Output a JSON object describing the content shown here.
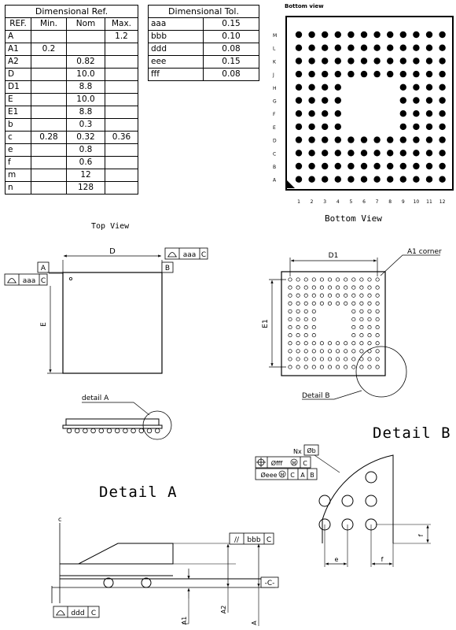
{
  "dim_ref": {
    "title": "Dimensional Ref.",
    "headers": [
      "REF.",
      "Min.",
      "Nom",
      "Max."
    ],
    "rows": [
      [
        "A",
        "",
        "",
        "1.2"
      ],
      [
        "A1",
        "0.2",
        "",
        ""
      ],
      [
        "A2",
        "",
        "0.82",
        ""
      ],
      [
        "D",
        "",
        "10.0",
        ""
      ],
      [
        "D1",
        "",
        "8.8",
        ""
      ],
      [
        "E",
        "",
        "10.0",
        ""
      ],
      [
        "E1",
        "",
        "8.8",
        ""
      ],
      [
        "b",
        "",
        "0.3",
        ""
      ],
      [
        "c",
        "0.28",
        "0.32",
        "0.36"
      ],
      [
        "e",
        "",
        "0.8",
        ""
      ],
      [
        "f",
        "",
        "0.6",
        ""
      ],
      [
        "m",
        "",
        "12",
        ""
      ],
      [
        "n",
        "",
        "128",
        ""
      ]
    ]
  },
  "dim_tol": {
    "title": "Dimensional Tol.",
    "rows": [
      [
        "aaa",
        "0.15"
      ],
      [
        "bbb",
        "0.10"
      ],
      [
        "ddd",
        "0.08"
      ],
      [
        "eee",
        "0.15"
      ],
      [
        "fff",
        "0.08"
      ]
    ]
  },
  "bottom_view": {
    "label_small": "Bottom view",
    "caption": "Bottom View",
    "row_labels": [
      "M",
      "L",
      "K",
      "J",
      "H",
      "G",
      "F",
      "E",
      "D",
      "C",
      "B",
      "A"
    ],
    "col_labels": [
      "1",
      "2",
      "3",
      "4",
      "5",
      "6",
      "7",
      "8",
      "9",
      "10",
      "11",
      "12"
    ]
  },
  "top_view": {
    "title": "Top View",
    "d_label": "D",
    "e_label": "E",
    "datum_a": "A",
    "datum_b": "B",
    "fcf_top_value": "aaa",
    "fcf_top_datum": "C",
    "fcf_left_value": "aaa",
    "fcf_left_datum": "C",
    "detail_a_callout": "detail A"
  },
  "bottom_outline": {
    "d1_label": "D1",
    "e1_label": "E1",
    "a1_corner": "A1 corner",
    "detail_b_callout": "Detail B"
  },
  "detail_a": {
    "title": "Detail A",
    "c_label": "c",
    "bbb_value": "bbb",
    "bbb_datum": "C",
    "parallel_symbol": "//",
    "datum_c": "-C-",
    "ddd_value": "ddd",
    "ddd_datum": "C",
    "a1": "A1",
    "a2": "A2",
    "a": "A"
  },
  "detail_b": {
    "title": "Detail B",
    "nx": "Nx",
    "phi_b": "Øb",
    "fff": "Øfff",
    "m_mod": "M",
    "c_datum": "C",
    "eee": "Øeee",
    "a_datum": "A",
    "b_datum": "B",
    "e_label": "e",
    "f_label": "f",
    "f_vert_label": "f"
  }
}
